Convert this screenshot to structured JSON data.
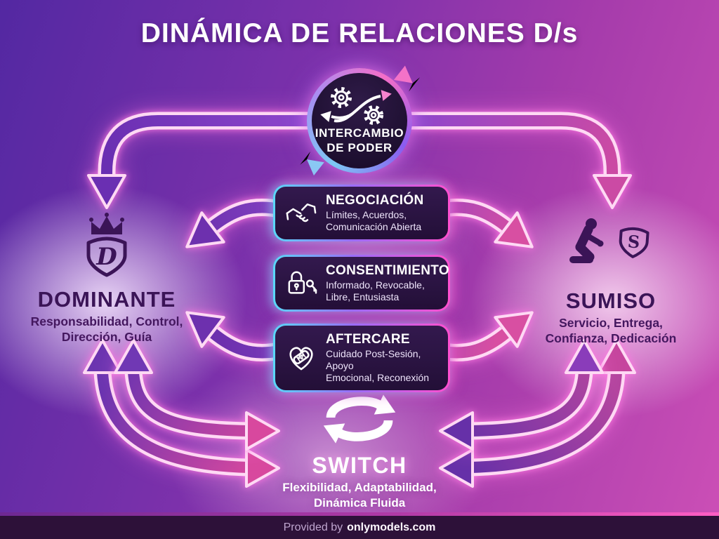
{
  "title": "DINÁMICA DE RELACIONES D/s",
  "power_exchange": {
    "label_line1": "INTERCAMBIO",
    "label_line2": "DE PODER",
    "icon": "gears-exchange-icon"
  },
  "dominant": {
    "name": "DOMINANTE",
    "monogram": "D",
    "traits_line1": "Responsabilidad, Control,",
    "traits_line2": "Dirección, Guía",
    "icon": "crown-shield-icon"
  },
  "submissive": {
    "name": "SUMISO",
    "monogram": "S",
    "traits_line1": "Servicio, Entrega,",
    "traits_line2": "Confianza, Dedicación",
    "icon": "kneeling-figure-shield-icon"
  },
  "pillars": [
    {
      "title": "NEGOCIACIÓN",
      "desc_line1": "Límites, Acuerdos,",
      "desc_line2": "Comunicación Abierta",
      "icon": "handshake-icon"
    },
    {
      "title": "CONSENTIMIENTO",
      "desc_line1": "Informado, Revocable,",
      "desc_line2": "Libre, Entusiasta",
      "icon": "lock-key-icon"
    },
    {
      "title": "AFTERCARE",
      "desc_line1": "Cuidado Post-Sesión, Apoyo",
      "desc_line2": "Emocional, Reconexión",
      "icon": "bandaged-heart-icon"
    }
  ],
  "switch_role": {
    "name": "SWITCH",
    "traits_line1": "Flexibilidad, Adaptabilidad,",
    "traits_line2": "Dinámica Fluida",
    "icon": "swap-arrows-icon"
  },
  "footer": {
    "prefix": "Provided by",
    "brand": "onlymodels.com"
  },
  "colors": {
    "bg_purple": "#5328a2",
    "bg_magenta": "#cc4fb6",
    "neon_pink": "#ff5ec8",
    "neon_cyan": "#59d8f8",
    "arrow_purple": "#6b34b0",
    "arrow_pink": "#d8489e",
    "panel_dark": "#2a1440",
    "ink_dark": "#3b1457",
    "footer_bg": "#2d1139"
  }
}
